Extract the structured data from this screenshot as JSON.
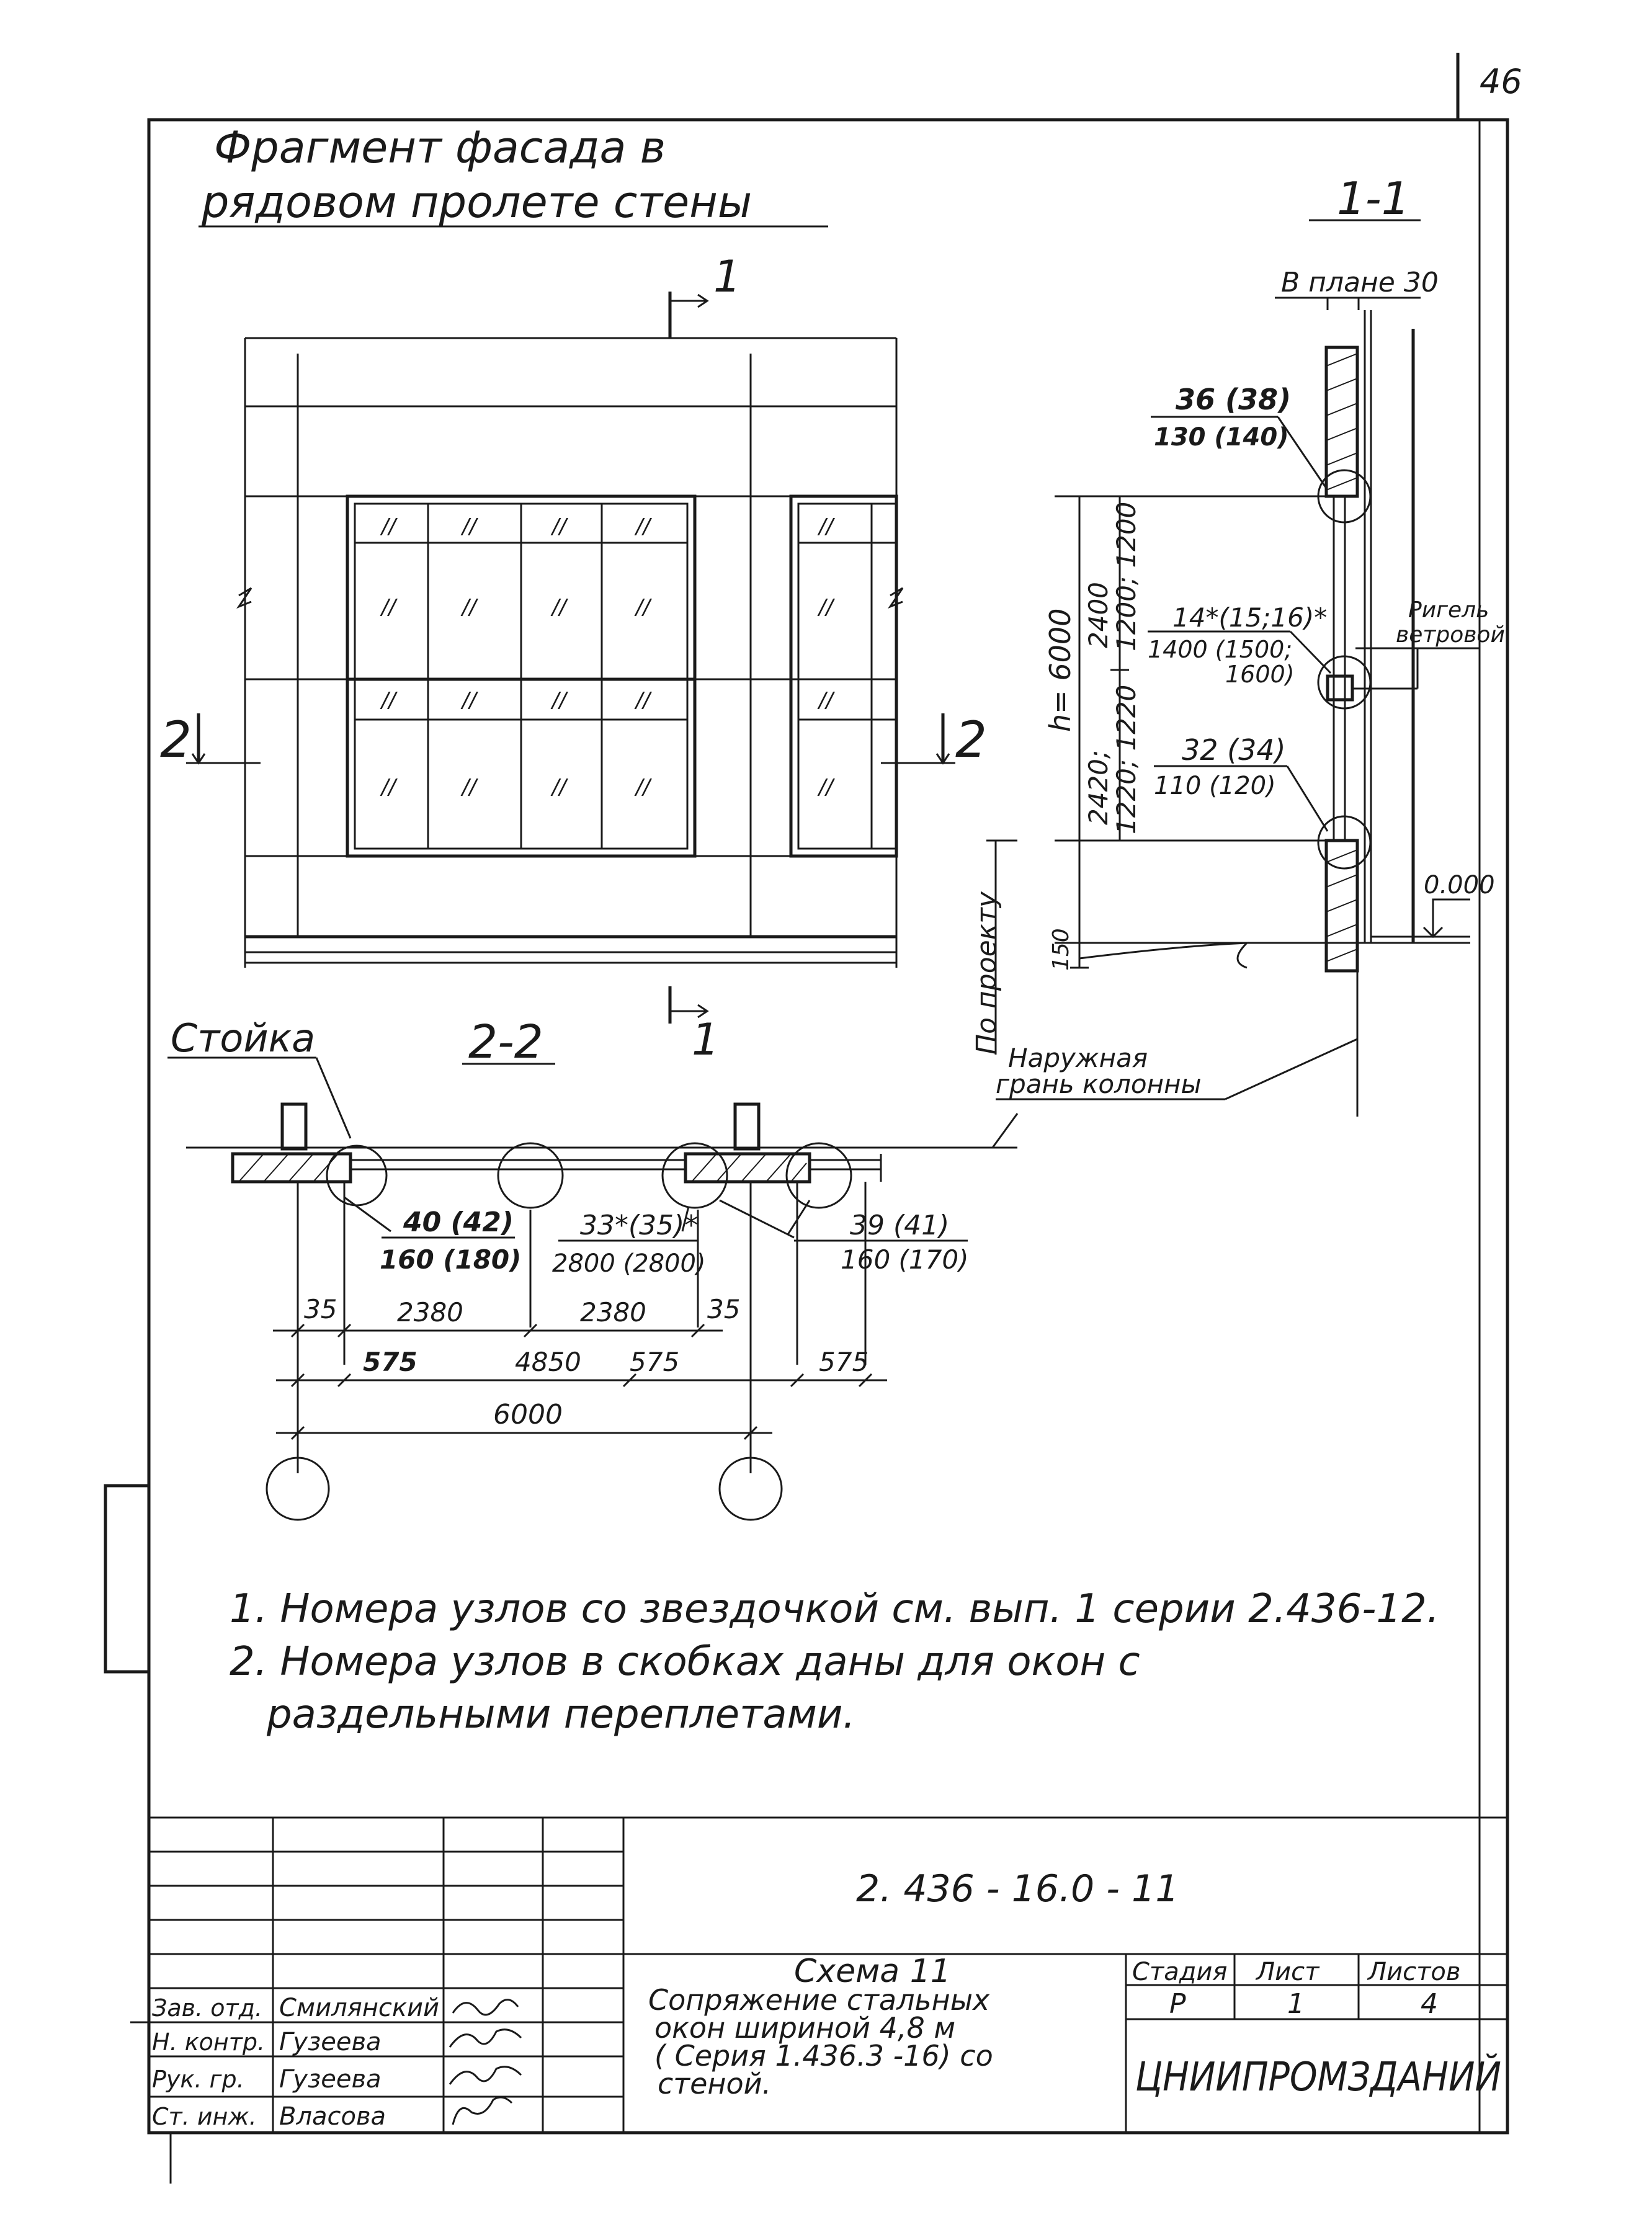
{
  "sheet_number": "46",
  "facade": {
    "title_line1": "Фрагмент фасада в",
    "title_line2": "рядовом пролете стены",
    "cut_1_top": "1",
    "cut_1_bottom": "1",
    "cut_2_left": "2",
    "cut_2_right": "2",
    "sash_mark": "//"
  },
  "section_1_1": {
    "title": "1-1",
    "plan_label": "В плане 30",
    "node_top_num": "36 (38)",
    "node_top_dim": "130 (140)",
    "node_mid_num": "14*(15;16)*",
    "node_mid_dim1": "1400 (1500;",
    "node_mid_dim2": "1600)",
    "node_bot_num": "32 (34)",
    "node_bot_dim": "110 (120)",
    "dim_total": "h= 6000",
    "dim_upper_a": "2400",
    "dim_upper_b": "1200; 1200",
    "dim_lower_a": "2420;",
    "dim_lower_b": "1220; 1220",
    "dim_base": "150",
    "by_project": "По проекту",
    "rigel_label_1": "Ригель",
    "rigel_label_2": "ветровой",
    "level_mark": "0.000",
    "column_label_1": "Наружная",
    "column_label_2": "грань колонны"
  },
  "section_2_2": {
    "title": "2-2",
    "post_label": "Стойка",
    "node_left_num": "40 (42)",
    "node_left_dim": "160 (180)",
    "node_mid_num": "33*(35)*",
    "node_mid_dim": "2800 (2800)",
    "node_right_num": "39 (41)",
    "node_right_dim": "160 (170)",
    "dim_35_left": "35",
    "dim_2380_left": "2380",
    "dim_2380_right": "2380",
    "dim_35_right": "35",
    "dim_575_a": "575",
    "dim_4850": "4850",
    "dim_575_b": "575",
    "dim_575_c": "575",
    "dim_6000": "6000"
  },
  "notes": {
    "line1": "1. Номера узлов со звездочкой   см. вып. 1 серии 2.436-12.",
    "line2": "2. Номера узлов в скобках даны для окон с",
    "line3": "раздельными    переплетами."
  },
  "title_block": {
    "code": "2. 436 - 16.0 - 11",
    "scheme_title": "Схема 11",
    "desc_line1": "Сопряжение стальных",
    "desc_line2": "окон шириной 4,8 м",
    "desc_line3": "( Серия 1.436.3 -16) со",
    "desc_line4": "стеной.",
    "stage_header": "Стадия",
    "sheet_header": "Лист",
    "sheets_header": "Листов",
    "stage_value": "Р",
    "sheet_value": "1",
    "sheets_value": "4",
    "org": "ЦНИИПРОМЗДАНИЙ",
    "roles": [
      "Зав. отд.",
      "Н. контр.",
      "Рук. гр.",
      "Ст. инж."
    ],
    "names": [
      "Смилянский",
      "Гузеева",
      "Гузеева",
      "Власова"
    ]
  }
}
